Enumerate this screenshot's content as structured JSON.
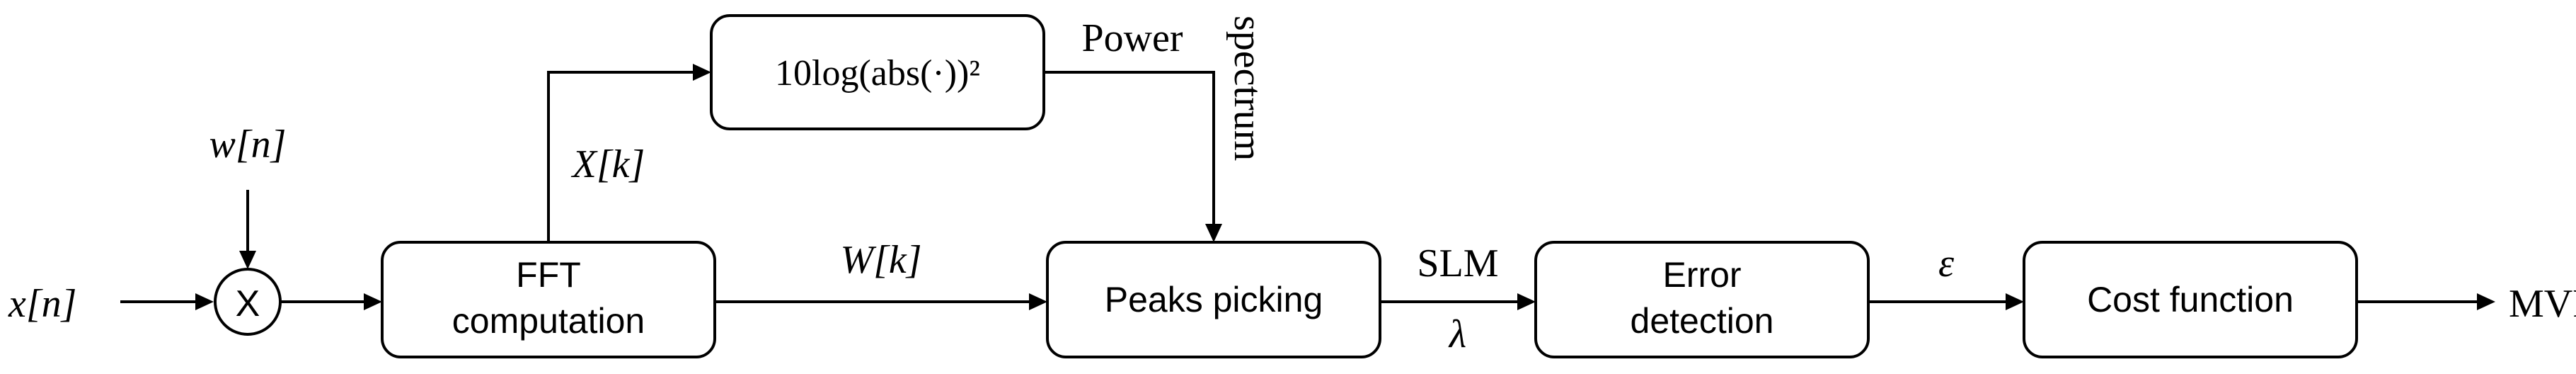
{
  "diagram": {
    "blocks": {
      "power_transform": "10log(abs(·))²",
      "fft_line1": "FFT",
      "fft_line2": "computation",
      "peaks": "Peaks picking",
      "error_line1": "Error",
      "error_line2": "detection",
      "cost": "Cost function"
    },
    "multiplier_symbol": "X",
    "signals": {
      "input": "x[n]",
      "window": "w[n]",
      "spectrum": "X[k]",
      "windowed_spectrum": "W[k]",
      "power": "Power",
      "power_rotated": "spectrum",
      "slm": "SLM",
      "lambda": "λ",
      "epsilon": "ε",
      "output": "MVF"
    }
  }
}
